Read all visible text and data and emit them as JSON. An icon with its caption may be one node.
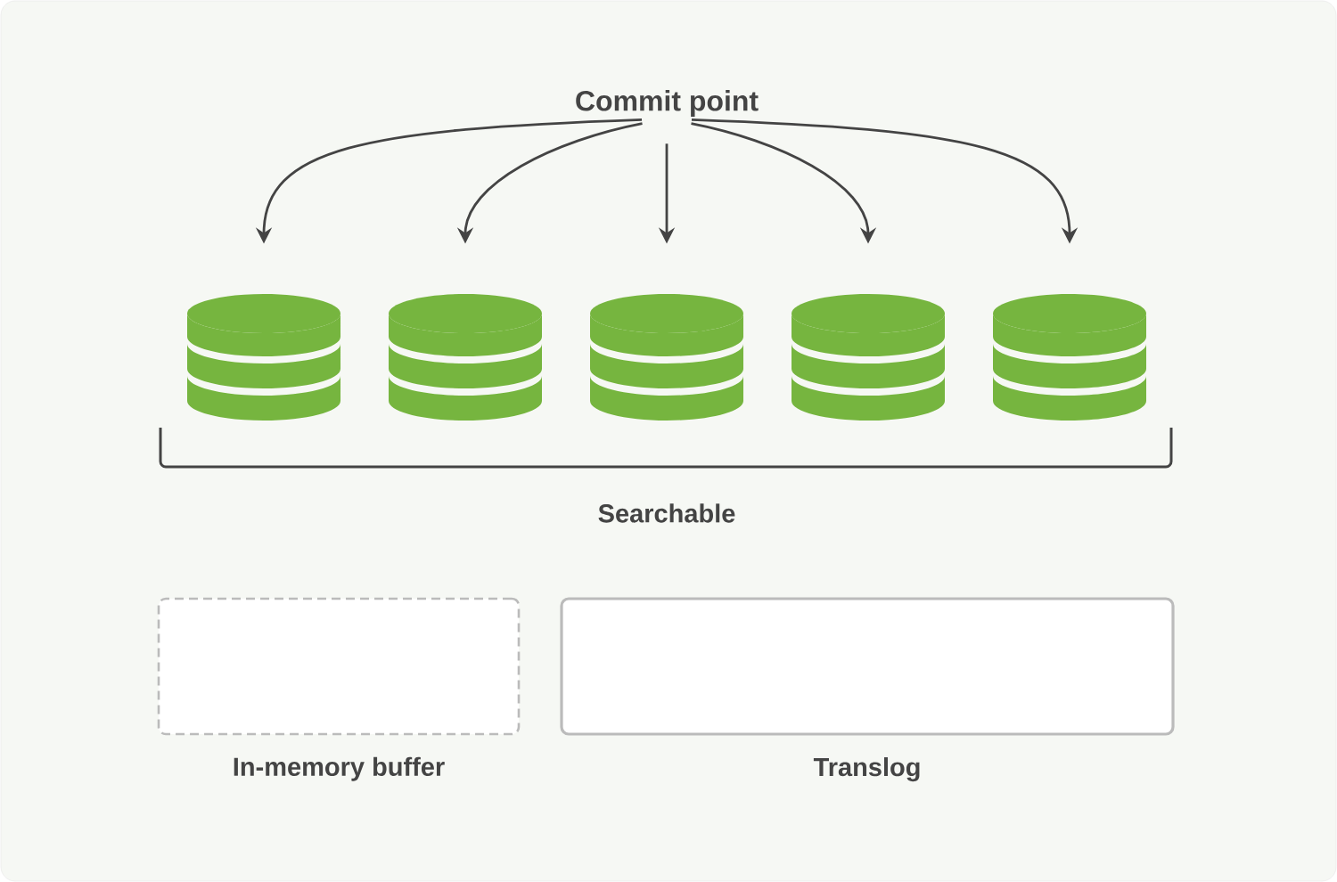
{
  "diagram": {
    "nodes": [
      {
        "text": [
          "Commit point"
        ]
      },
      {
        "text": [],
        "shape": "cylinder"
      },
      {
        "text": [],
        "shape": "cylinder"
      },
      {
        "text": [],
        "shape": "cylinder"
      },
      {
        "text": [],
        "shape": "cylinder"
      },
      {
        "text": [],
        "shape": "cylinder"
      },
      {
        "text": [
          "In-memory buffer"
        ]
      },
      {
        "text": [
          "Translog"
        ]
      }
    ],
    "edges": [
      {
        "from": 0,
        "to": 1,
        "arrow": "to"
      },
      {
        "from": 0,
        "to": 2,
        "arrow": "to"
      },
      {
        "from": 0,
        "to": 3,
        "arrow": "to"
      },
      {
        "from": 0,
        "to": 4,
        "arrow": "to"
      },
      {
        "from": 0,
        "to": 5,
        "arrow": "to"
      }
    ],
    "labels": [
      "Searchable"
    ]
  }
}
